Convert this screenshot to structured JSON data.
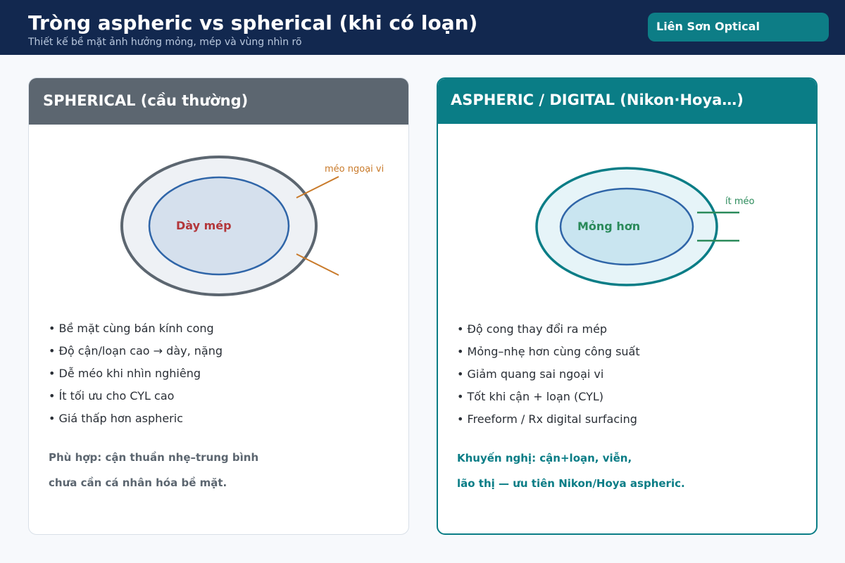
{
  "header": {
    "title": "Tròng aspheric vs spherical (khi có loạn)",
    "subtitle": "Thiết kế bề mặt ảnh hưởng mỏng, mép và vùng nhìn rõ",
    "brand": "Liên Sơn Optical"
  },
  "left": {
    "heading": "SPHERICAL (cầu thường)",
    "annotation": "méo ngoại vi",
    "lens_label": "Dày mép",
    "bullets": [
      "• Bề mặt cùng bán kính cong",
      "• Độ cận/loạn cao → dày, nặng",
      "• Dễ méo khi nhìn nghiêng",
      "• Ít tối ưu cho CYL cao",
      "• Giá thấp hơn aspheric"
    ],
    "note_line1": "Phù hợp: cận thuần nhẹ–trung bình",
    "note_line2": "chưa cần cá nhân hóa bề mặt."
  },
  "right": {
    "heading": "ASPHERIC / DIGITAL (Nikon·Hoya…)",
    "annotation": "ít méo",
    "lens_label": "Mỏng hơn",
    "bullets": [
      "• Độ cong thay đổi ra mép",
      "• Mỏng–nhẹ hơn cùng công suất",
      "• Giảm quang sai ngoại vi",
      "• Tốt khi cận + loạn (CYL)",
      "• Freeform / Rx digital surfacing"
    ],
    "note_line1": "Khuyến nghị: cận+loạn, viễn,",
    "note_line2": "lão thị — ưu tiên Nikon/Hoya aspheric."
  },
  "colors": {
    "header_bg": "#12284f",
    "brand_bg": "#0d7d86",
    "spherical_gray": "#5c6670",
    "aspheric_teal": "#0a7d86",
    "warning_orange": "#c97a2a",
    "thick_red": "#b3363a",
    "thin_green": "#2a8a5a"
  }
}
